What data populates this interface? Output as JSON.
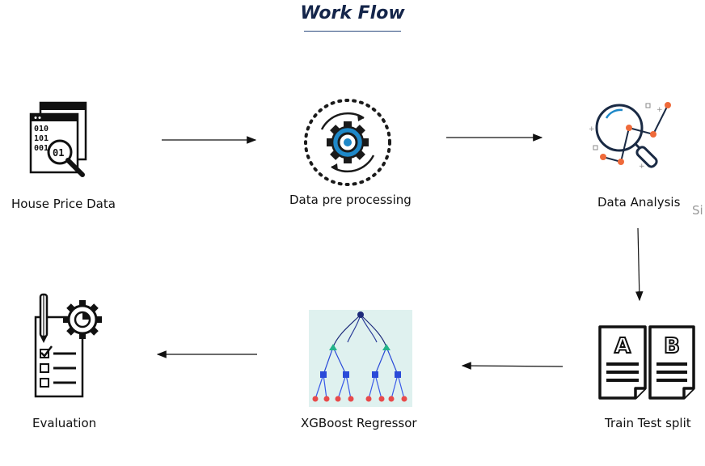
{
  "title": "Work Flow",
  "nodes": {
    "house_price_data": {
      "label": "House Price Data",
      "icon": "data-search-icon"
    },
    "preprocessing": {
      "label": "Data pre processing",
      "icon": "gear-cycle-icon"
    },
    "analysis": {
      "label": "Data Analysis",
      "icon": "magnifier-chart-icon"
    },
    "split": {
      "label": "Train Test split",
      "icon": "documents-ab-icon"
    },
    "xgboost": {
      "label": "XGBoost Regressor",
      "icon": "decision-tree-icon"
    },
    "evaluation": {
      "label": "Evaluation",
      "icon": "checklist-gear-icon"
    }
  },
  "edges": [
    {
      "from": "house_price_data",
      "to": "preprocessing"
    },
    {
      "from": "preprocessing",
      "to": "analysis"
    },
    {
      "from": "analysis",
      "to": "split"
    },
    {
      "from": "split",
      "to": "xgboost"
    },
    {
      "from": "xgboost",
      "to": "evaluation"
    }
  ],
  "data_icon_text": [
    "010",
    "101",
    "001",
    "01"
  ],
  "doc_letters": [
    "A",
    "B"
  ],
  "stray_text": "Si",
  "colors": {
    "title": "#14254a",
    "accent_blue": "#1e88c8",
    "accent_orange": "#ef6a3a",
    "tree_node_blue": "#2a4ad8",
    "tree_leaf_red": "#e84a4a",
    "tree_split_green": "#22b28a",
    "tree_bg": "#dff1ef"
  }
}
